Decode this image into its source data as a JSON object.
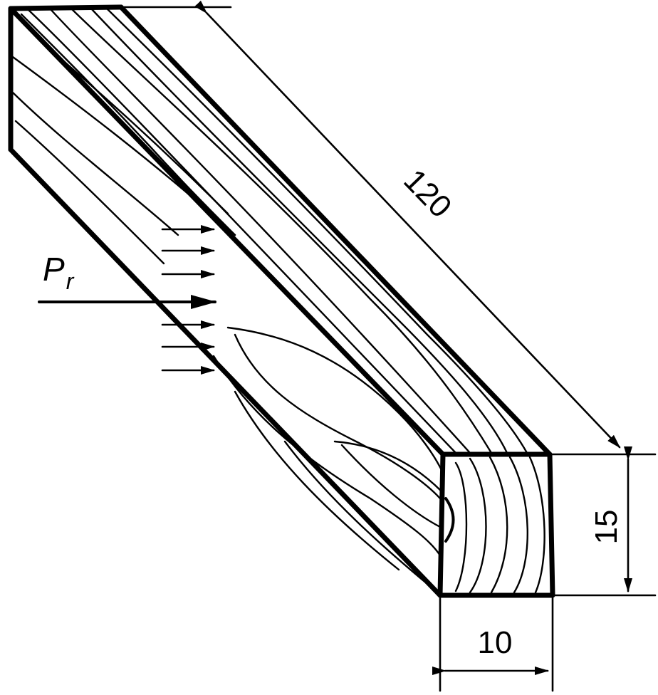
{
  "figure": {
    "force_label": "P",
    "force_subscript": "r",
    "dimensions": {
      "length": "120",
      "height": "15",
      "width": "10"
    }
  }
}
